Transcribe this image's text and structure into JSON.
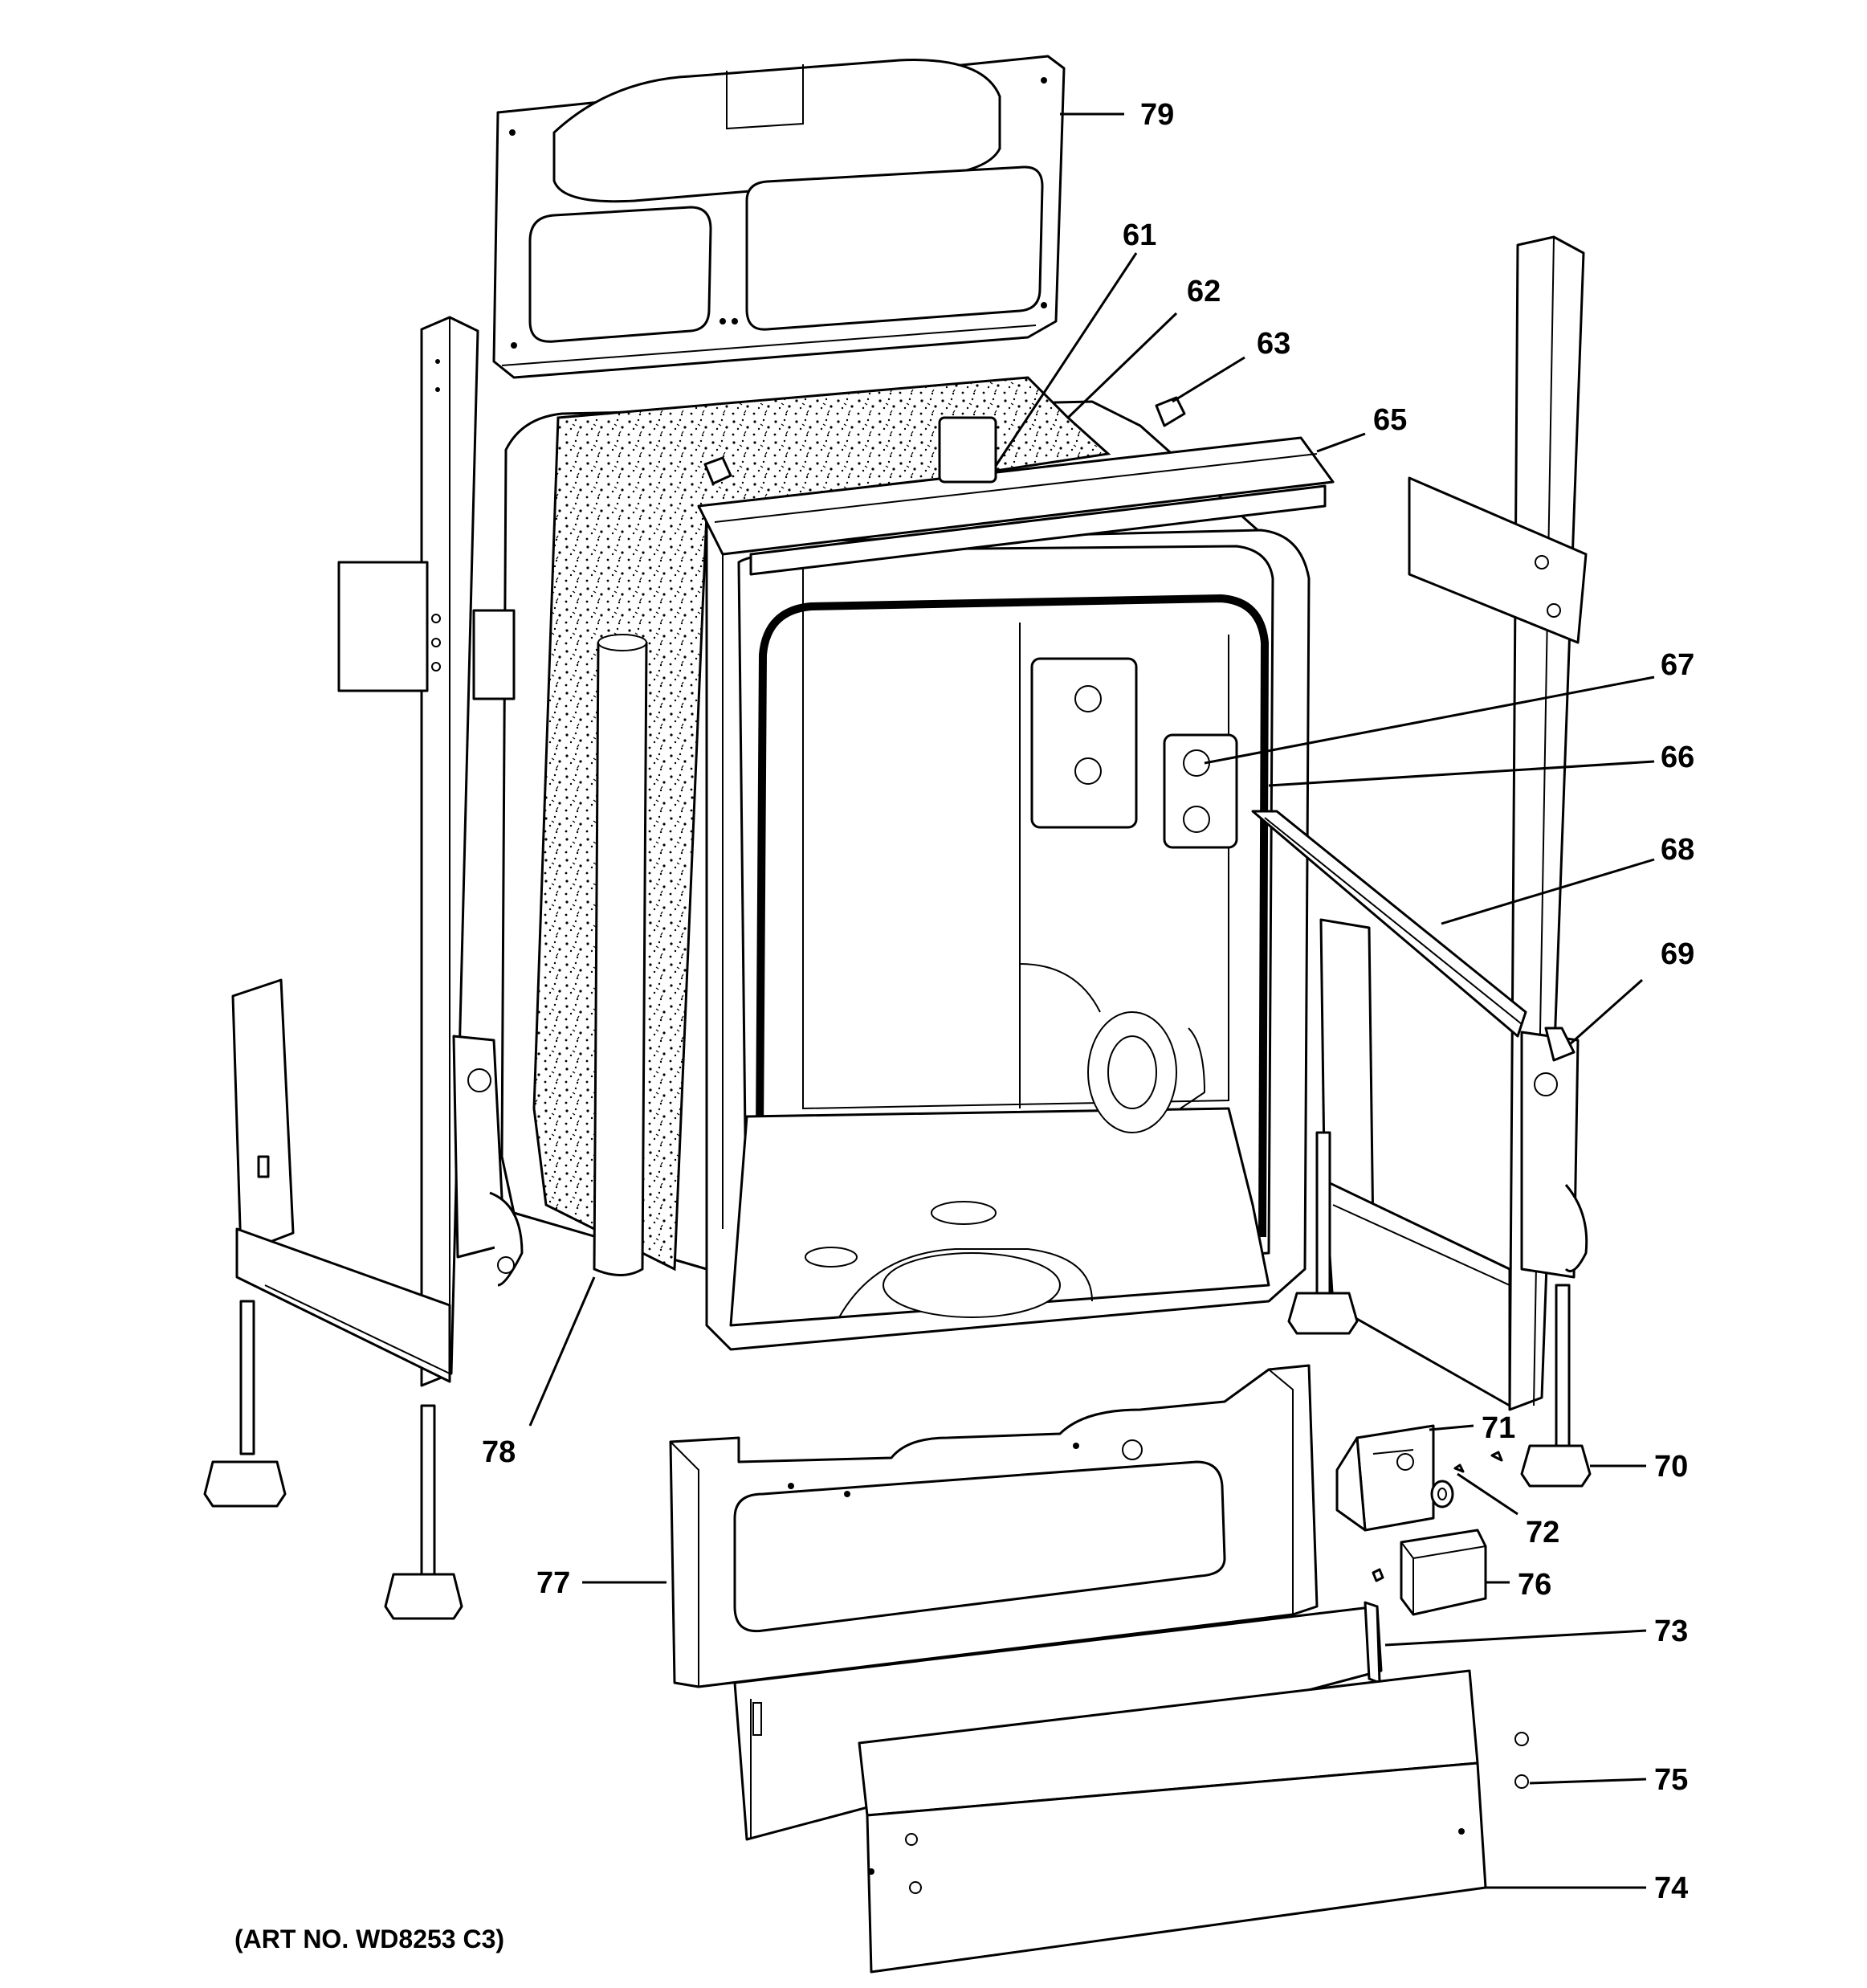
{
  "diagram": {
    "caption": "(ART NO. WD8253 C3)",
    "callouts": [
      "61",
      "62",
      "63",
      "65",
      "66",
      "67",
      "68",
      "69",
      "70",
      "71",
      "72",
      "73",
      "74",
      "75",
      "76",
      "77",
      "78",
      "79"
    ]
  }
}
